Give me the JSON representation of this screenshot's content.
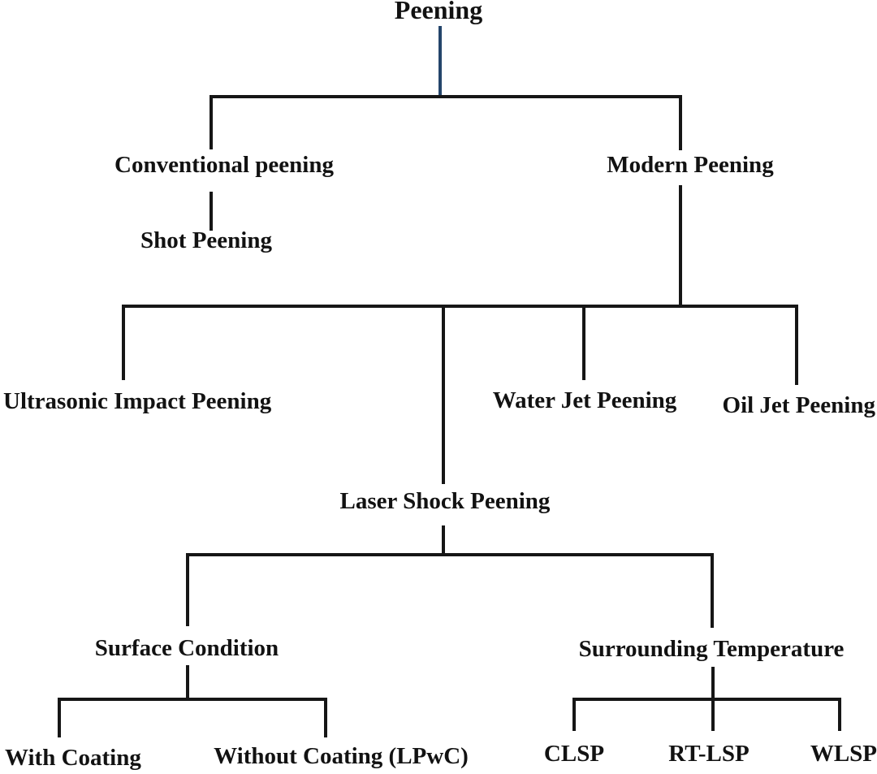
{
  "colors": {
    "background": "#ffffff",
    "line": "#161616",
    "root_connector": "#24456b",
    "text": "#121212"
  },
  "diagram": {
    "type": "tree",
    "title": "Peening",
    "nodes": {
      "peening": "Peening",
      "conventional_peening": "Conventional peening",
      "shot_peening": "Shot Peening",
      "modern_peening": "Modern Peening",
      "ultrasonic_impact_peening": "Ultrasonic Impact Peening",
      "water_jet_peening": "Water Jet Peening",
      "oil_jet_peening": "Oil Jet Peening",
      "laser_shock_peening": "Laser Shock Peening",
      "surface_condition": "Surface Condition",
      "with_coating": "With Coating",
      "without_coating": "Without Coating (LPwC)",
      "surrounding_temperature": "Surrounding Temperature",
      "clsp": "CLSP",
      "rt_lsp": "RT-LSP",
      "wlsp": "WLSP"
    },
    "hierarchy": {
      "label": "Peening",
      "children": [
        {
          "label": "Conventional peening",
          "children": [
            {
              "label": "Shot Peening"
            }
          ]
        },
        {
          "label": "Modern Peening",
          "children": [
            {
              "label": "Ultrasonic Impact Peening"
            },
            {
              "label": "Laser Shock Peening",
              "children": [
                {
                  "label": "Surface Condition",
                  "children": [
                    {
                      "label": "With Coating"
                    },
                    {
                      "label": "Without Coating (LPwC)"
                    }
                  ]
                },
                {
                  "label": "Surrounding Temperature",
                  "children": [
                    {
                      "label": "CLSP"
                    },
                    {
                      "label": "RT-LSP"
                    },
                    {
                      "label": "WLSP"
                    }
                  ]
                }
              ]
            },
            {
              "label": "Water Jet Peening"
            },
            {
              "label": "Oil Jet Peening"
            }
          ]
        }
      ]
    }
  }
}
